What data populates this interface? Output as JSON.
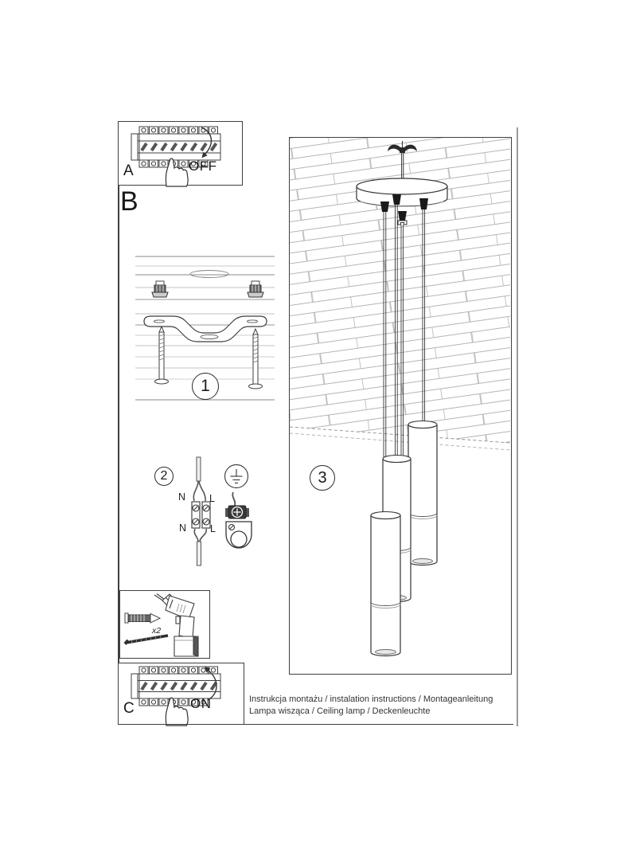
{
  "labels": {
    "step_a": "A",
    "section_b": "B",
    "step_c": "C",
    "power_off": "OFF",
    "power_on": "ON",
    "circle_1": "1",
    "circle_2": "2",
    "circle_3": "3",
    "anchor_qty": "x2",
    "wire_n_top": "N",
    "wire_l_top": "L",
    "wire_n_bottom": "N",
    "wire_l_bottom": "L"
  },
  "footer": {
    "line1": "Instrukcja montażu / instalation instructions / Montageanleitung",
    "line2": "Lampa wisząca / Ceiling lamp / Deckenleuchte"
  },
  "colors": {
    "line": "#3f3f3f",
    "light_line": "#b5b5b5",
    "fill_dark": "#2a2a2a",
    "background": "#ffffff"
  }
}
